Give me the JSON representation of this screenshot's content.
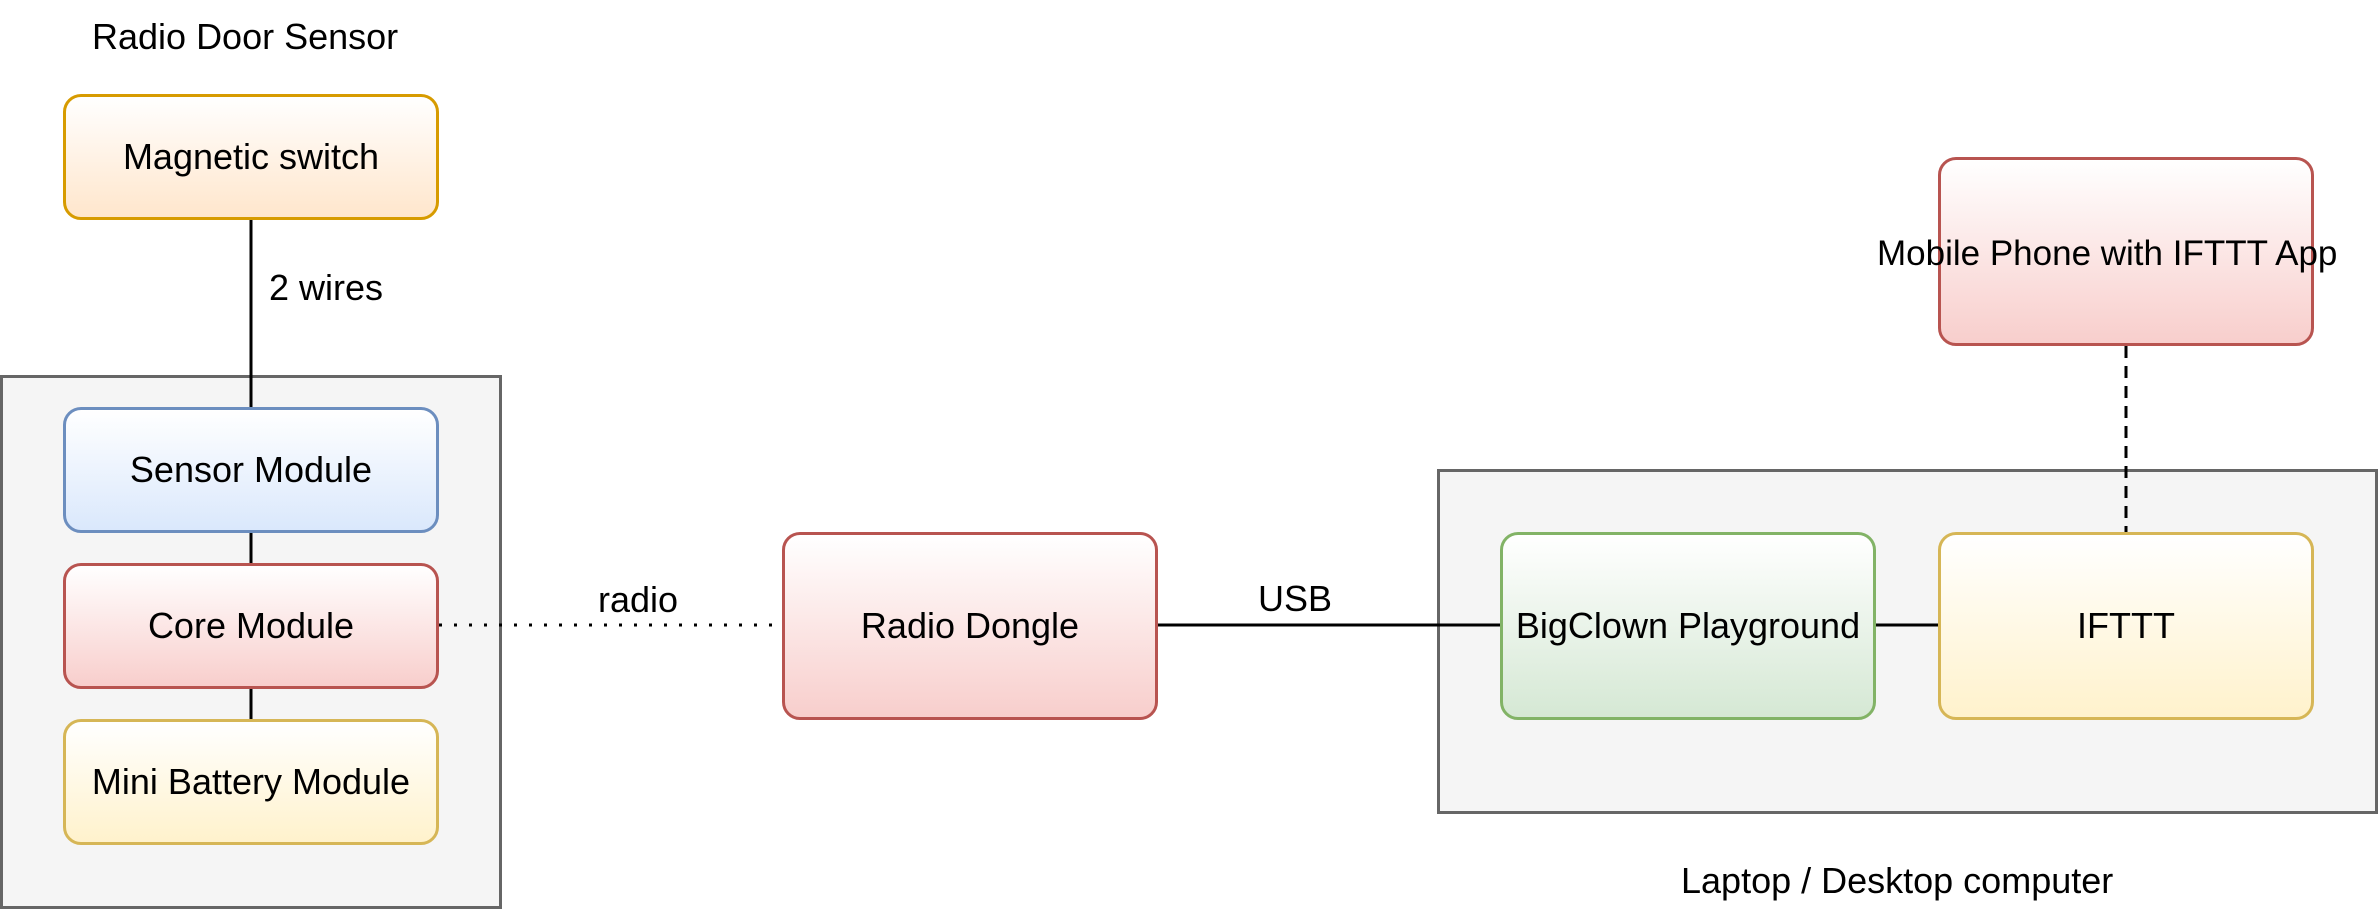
{
  "labels": {
    "radio_door_sensor": "Radio Door Sensor",
    "two_wires": "2 wires",
    "radio": "radio",
    "usb": "USB",
    "laptop": "Laptop / Desktop computer"
  },
  "nodes": {
    "magnetic_switch": "Magnetic switch",
    "sensor_module": "Sensor Module",
    "core_module": "Core Module",
    "mini_battery_module": "Mini Battery Module",
    "radio_dongle": "Radio Dongle",
    "bigclown_playground": "BigClown Playground",
    "ifttt": "IFTTT",
    "mobile_phone": "Mobile Phone with IFTTT App"
  },
  "colors": {
    "container_fill": "#f5f5f5",
    "container_stroke": "#666666",
    "orange_stroke": "#d79b00",
    "blue_stroke": "#6c8ebf",
    "red_stroke": "#b85450",
    "yellow_stroke": "#d6b656",
    "green_stroke": "#82b366"
  }
}
